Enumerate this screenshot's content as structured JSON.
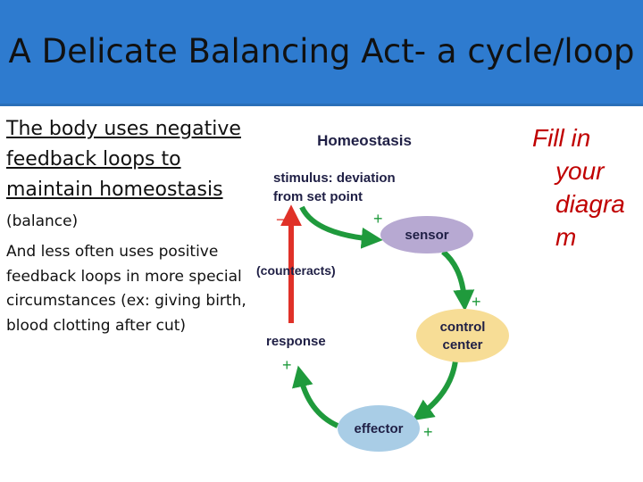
{
  "slide": {
    "title": "A Delicate Balancing Act- a cycle/loop"
  },
  "left_text": {
    "main_prefix": "The body uses negative feedback loops to maintain homeostasis",
    "main_suffix": "(balance)",
    "secondary": "And less often uses positive feedback loops in more special circumstances (ex: giving birth, blood clotting after cut)"
  },
  "fill_note": {
    "lines": [
      "Fill in",
      "your",
      "diagra",
      "m"
    ]
  },
  "diagram": {
    "title": "Homeostasis",
    "stimulus_line1": "stimulus: deviation",
    "stimulus_line2": "from set point",
    "counteracts": "(counteracts)",
    "response": "response",
    "sensor": "sensor",
    "control_center_line1": "control",
    "control_center_line2": "center",
    "effector": "effector",
    "minus_sign": "−",
    "plus_sign": "+",
    "colors": {
      "sensor_fill": "#b7a9d2",
      "control_fill": "#f7dd96",
      "effector_fill": "#a9cde6",
      "green_arrow": "#1f9a3c",
      "red_arrow": "#e03128",
      "sign_red": "#e03128",
      "sign_green": "#1f9a3c"
    }
  }
}
